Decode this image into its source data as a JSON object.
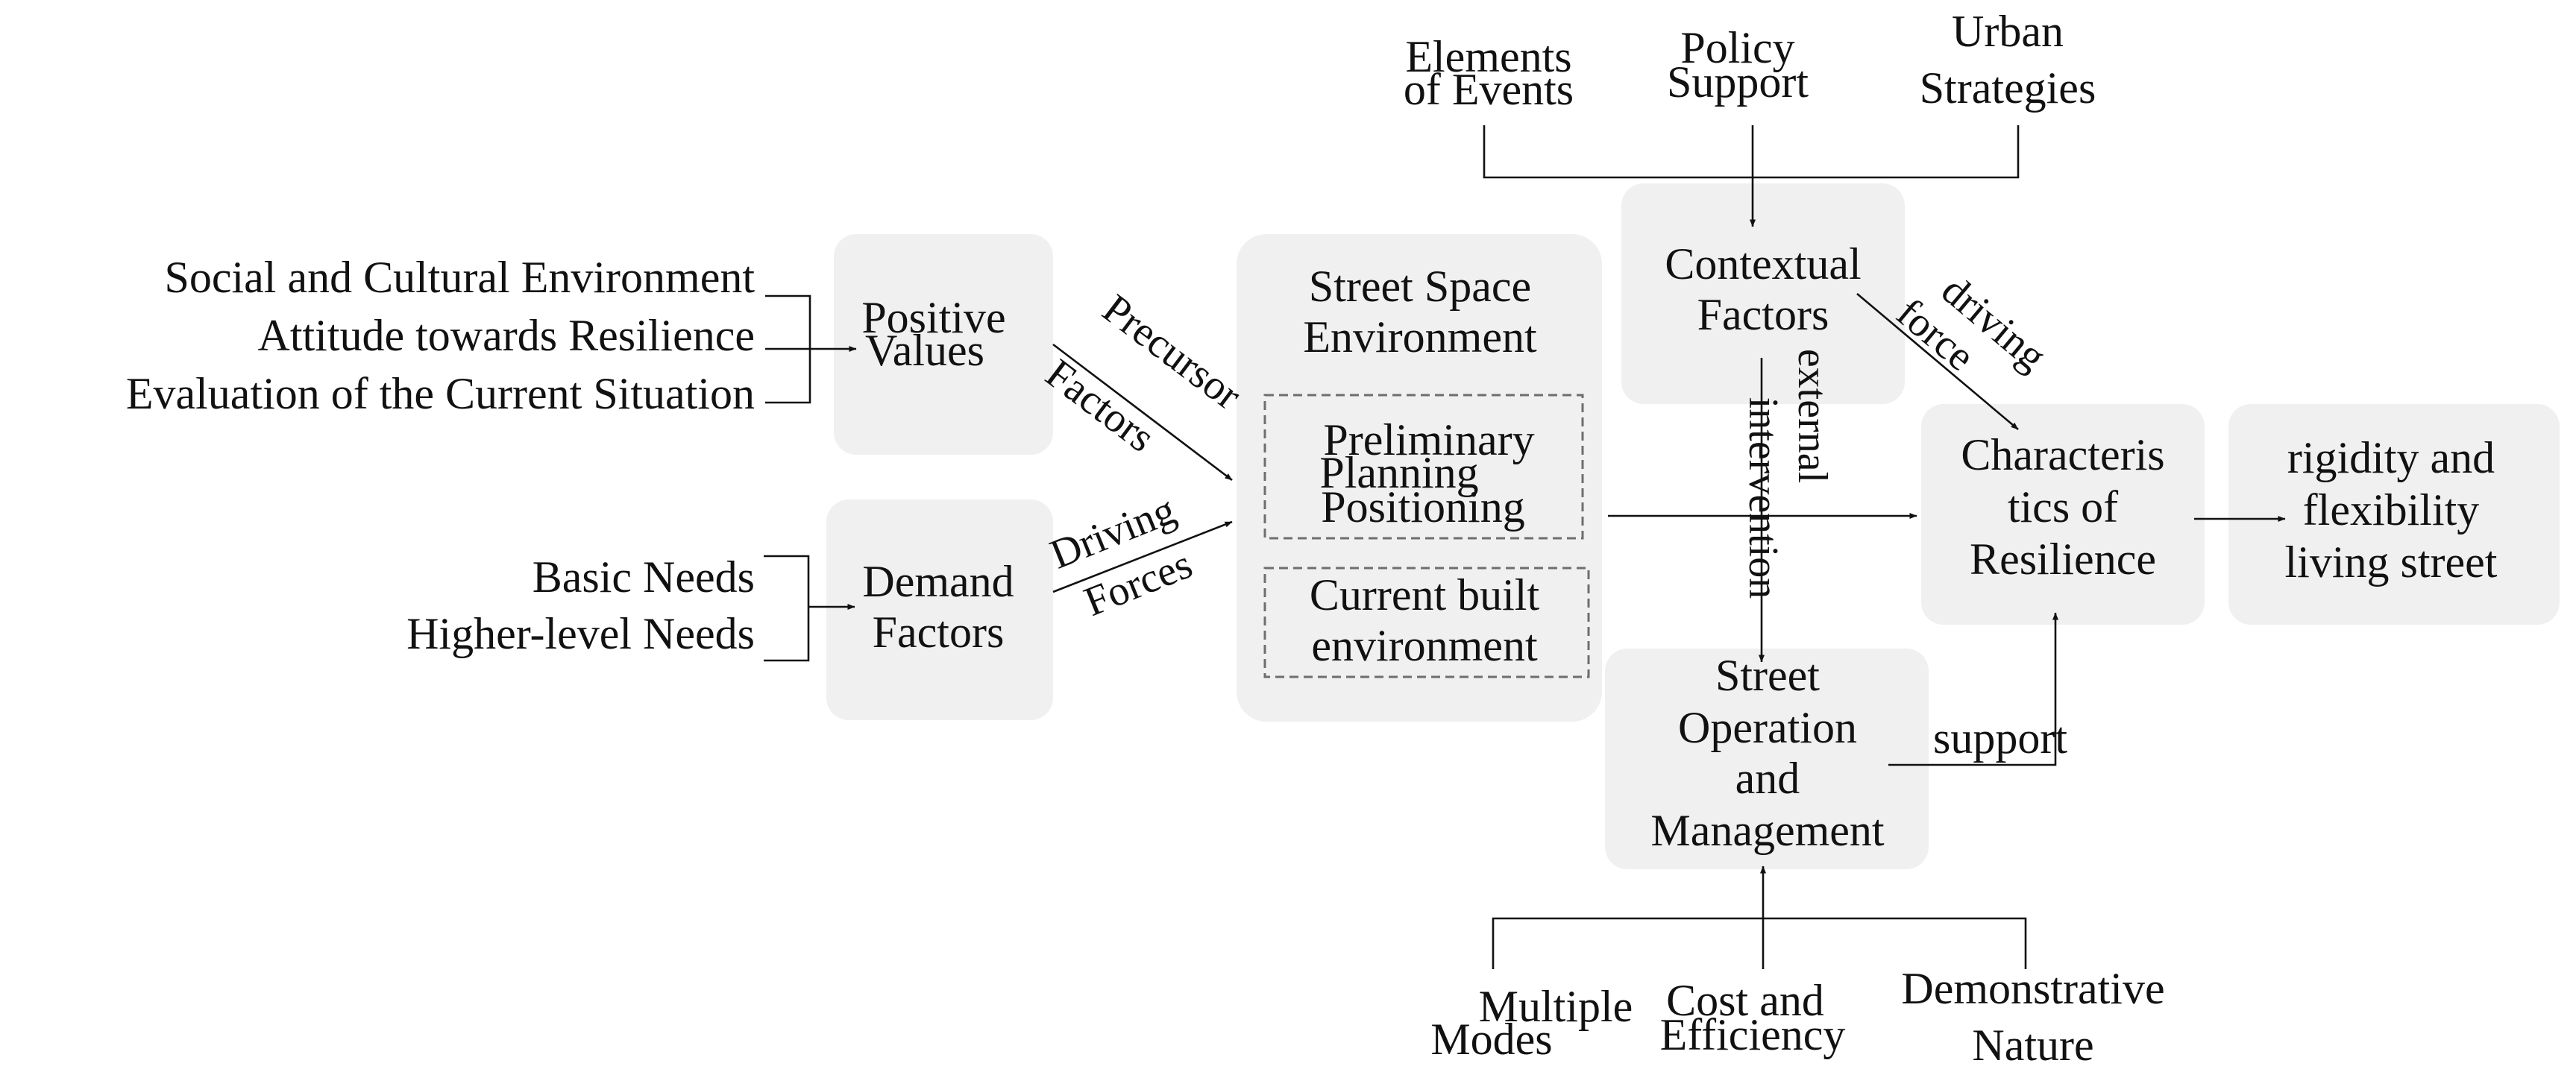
{
  "inputs_values": [
    "Social and Cultural Environment",
    "Attitude towards Resilience",
    "Evaluation of the Current Situation"
  ],
  "inputs_needs": [
    "Basic Needs",
    "Higher-level Needs"
  ],
  "top_inputs": [
    {
      "line1": "Elements",
      "line2": "of Events"
    },
    {
      "line1": "Policy",
      "line2": "Support"
    },
    {
      "line1": "Urban",
      "line2": "Strategies"
    }
  ],
  "bottom_inputs": [
    {
      "line1": "Multiple",
      "line2": "Modes"
    },
    {
      "line1": "Cost and",
      "line2": "Efficiency"
    },
    {
      "line1": "Demonstrative",
      "line2": "Nature"
    }
  ],
  "nodes": {
    "positive_values": {
      "line1": "Positive",
      "line2": "Values"
    },
    "demand_factors": {
      "line1": "Demand",
      "line2": "Factors"
    },
    "street_space": {
      "line1": "Street Space",
      "line2": "Environment",
      "planning": {
        "line1": "Preliminary",
        "line2": "Planning",
        "line3": "Positioning"
      },
      "built": {
        "line1": "Current built",
        "line2": "environment"
      }
    },
    "contextual": {
      "line1": "Contextual",
      "line2": "Factors"
    },
    "operation": {
      "line1": "Street",
      "line2": "Operation",
      "line3": "and",
      "line4": "Management"
    },
    "resilience": {
      "line1": "Characteris",
      "line2": "tics of",
      "line3": "Resilience"
    },
    "outcome": {
      "line1": "rigidity and",
      "line2": "flexibility",
      "line3": "living street"
    }
  },
  "edge_labels": {
    "precursor": {
      "line1": "Precursor",
      "line2": "Factors"
    },
    "driving_forces": {
      "line1": "Driving",
      "line2": "Forces"
    },
    "driving_force": {
      "line1": "driving",
      "line2": "force"
    },
    "external": {
      "line1": "external",
      "line2": "intervention"
    },
    "support": "support"
  }
}
